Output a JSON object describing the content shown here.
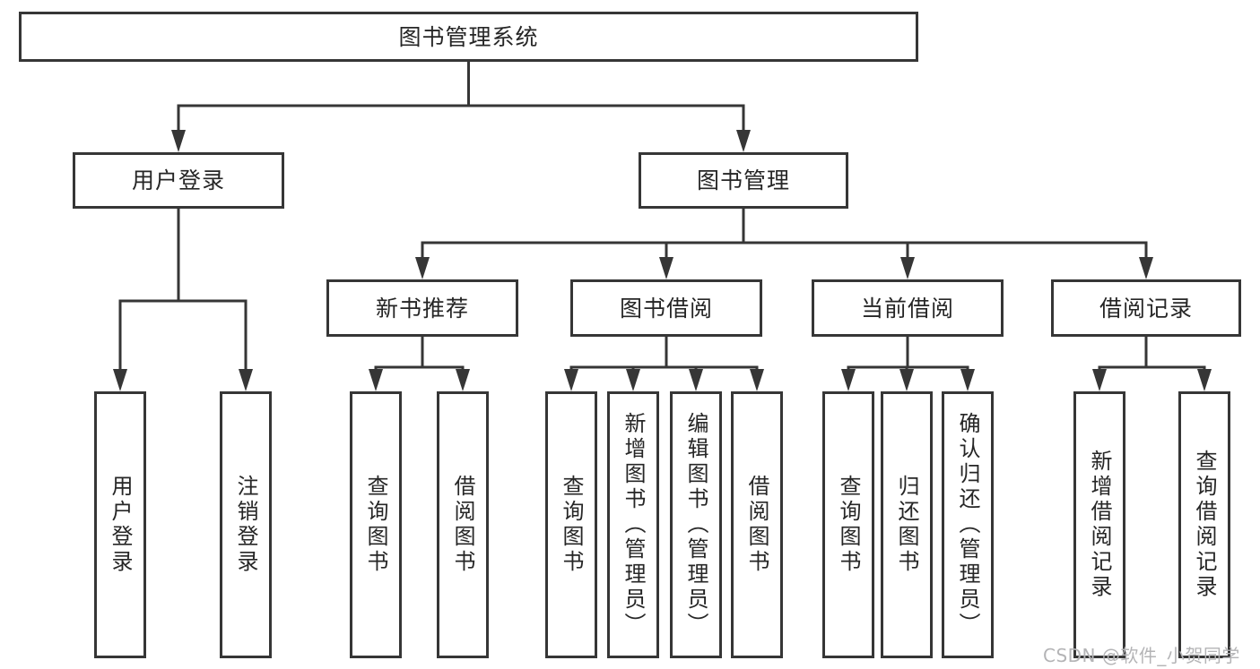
{
  "tree": {
    "root": "图书管理系统",
    "branches": [
      {
        "label": "用户登录",
        "children": [
          {
            "label": "用户登录"
          },
          {
            "label": "注销登录"
          }
        ]
      },
      {
        "label": "图书管理",
        "groups": [
          {
            "label": "新书推荐",
            "children": [
              {
                "label": "查询图书"
              },
              {
                "label": "借阅图书"
              }
            ]
          },
          {
            "label": "图书借阅",
            "children": [
              {
                "label": "查询图书"
              },
              {
                "label": "新增图书（管理员）"
              },
              {
                "label": "编辑图书（管理员）"
              },
              {
                "label": "借阅图书"
              }
            ]
          },
          {
            "label": "当前借阅",
            "children": [
              {
                "label": "查询图书"
              },
              {
                "label": "归还图书"
              },
              {
                "label": "确认归还（管理员）"
              }
            ]
          },
          {
            "label": "借阅记录",
            "children": [
              {
                "label": "新增借阅记录"
              },
              {
                "label": "查询借阅记录"
              }
            ]
          }
        ]
      }
    ]
  },
  "watermark": "CSDN @软件_小贺同学",
  "colors": {
    "line": "#363636",
    "text": "#262626",
    "watermark": "#b4b4b6",
    "background": "#ffffff"
  }
}
